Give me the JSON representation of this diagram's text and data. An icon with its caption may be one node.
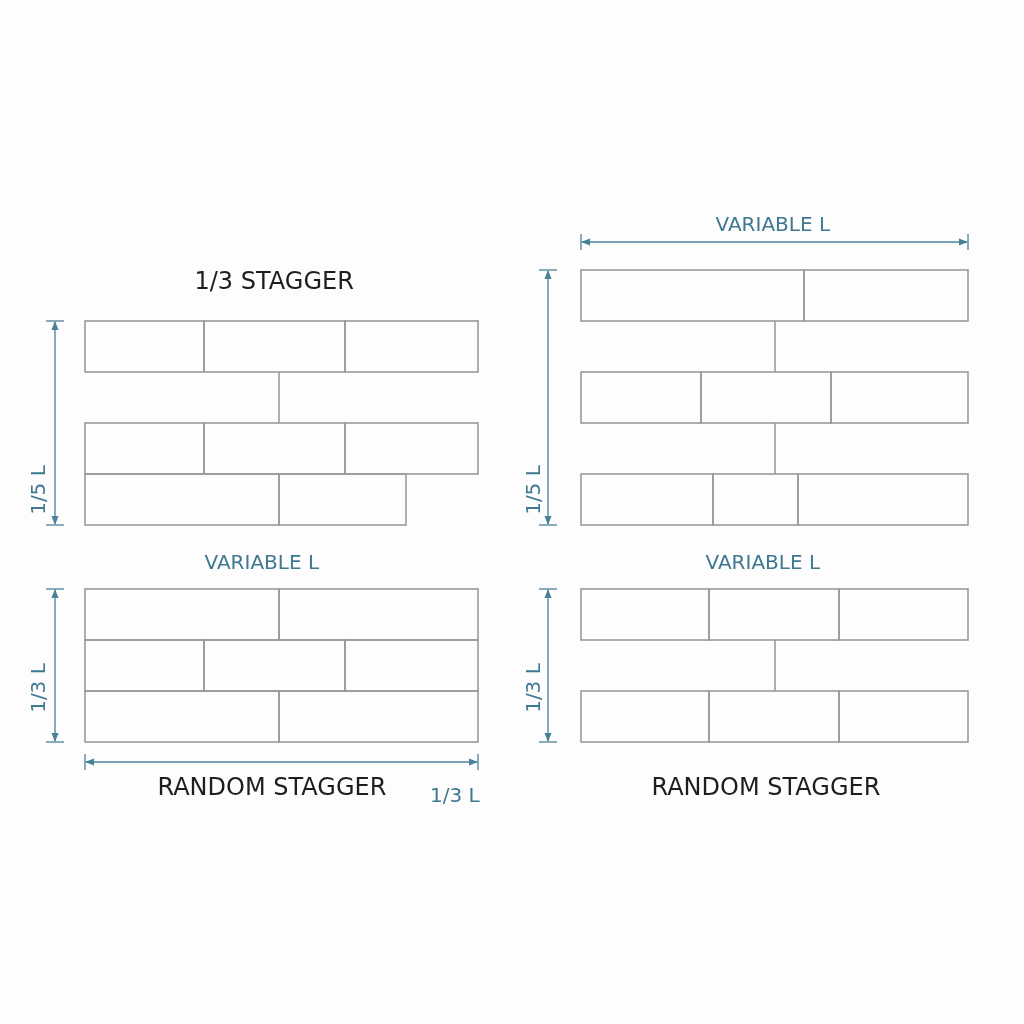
{
  "diagram": {
    "labels": [
      "VARIABLE L",
      "1/3 STAGGER",
      "1/5 L",
      "1/5 L",
      "VARIABLE L",
      "VARIABLE L",
      "1/3 L",
      "1/3 L",
      "RANDOM STAGGER",
      "1/3 L",
      "RANDOM STAGGER"
    ]
  }
}
